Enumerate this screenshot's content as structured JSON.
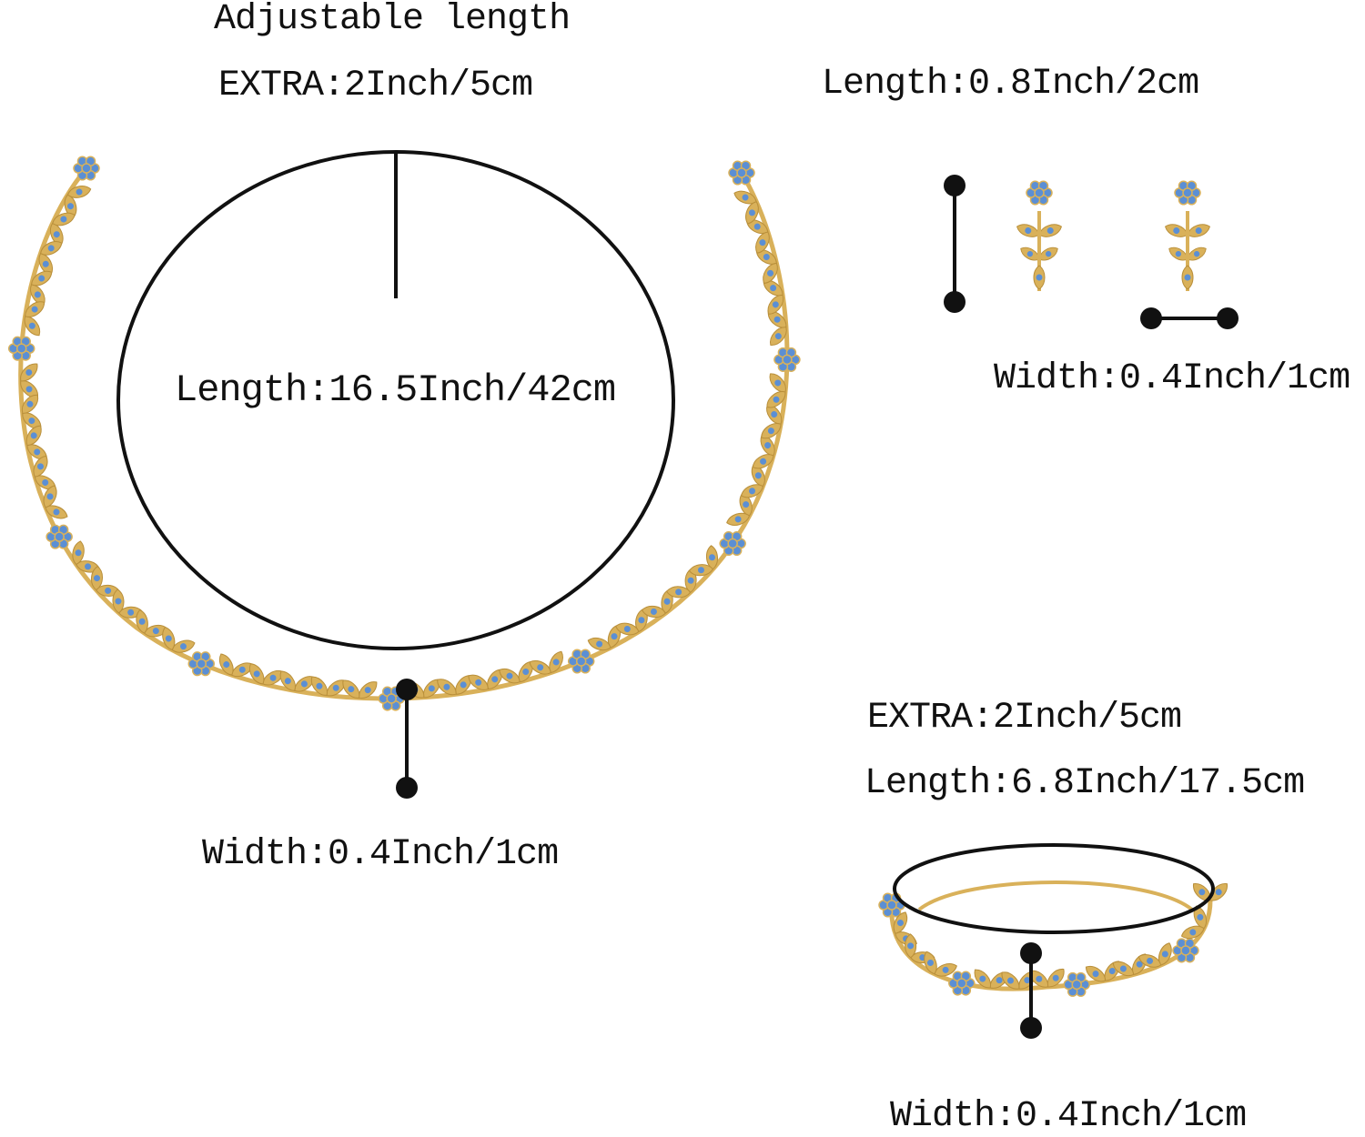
{
  "necklace": {
    "adjustable_label": "Adjustable length",
    "extra_label": "EXTRA:2Inch/5cm",
    "length_label": "Length:16.5Inch/42cm",
    "width_label": "Width:0.4Inch/1cm"
  },
  "earrings": {
    "length_label": "Length:0.8Inch/2cm",
    "width_label": "Width:0.4Inch/1cm"
  },
  "bracelet": {
    "extra_label": "EXTRA:2Inch/5cm",
    "length_label": "Length:6.8Inch/17.5cm",
    "width_label": "Width:0.4Inch/1cm"
  },
  "colors": {
    "gold": "#d9b15a",
    "gem": "#5b8fd4",
    "line": "#111111"
  }
}
